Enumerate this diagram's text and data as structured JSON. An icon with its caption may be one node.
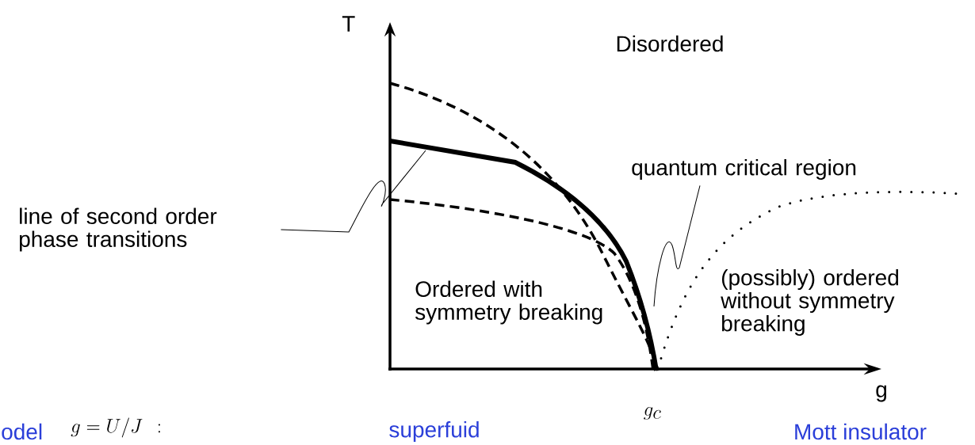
{
  "diagram": {
    "nodes": [
      {
        "text": [
          "line of second order phase transitions"
        ]
      },
      {
        "text": [
          "quantum critical region"
        ]
      }
    ],
    "edges": [
      {
        "from": 0,
        "to": null,
        "arrow": "none"
      },
      {
        "from": 1,
        "to": null,
        "arrow": "none"
      }
    ],
    "labels": [
      "T",
      "Disordered",
      "Ordered with symmetry breaking",
      "(possibly) ordered without symmetry breaking",
      "g",
      "odel",
      "g = U/J \\ :",
      "superfuid",
      "g_c",
      "Mott insulator"
    ]
  }
}
